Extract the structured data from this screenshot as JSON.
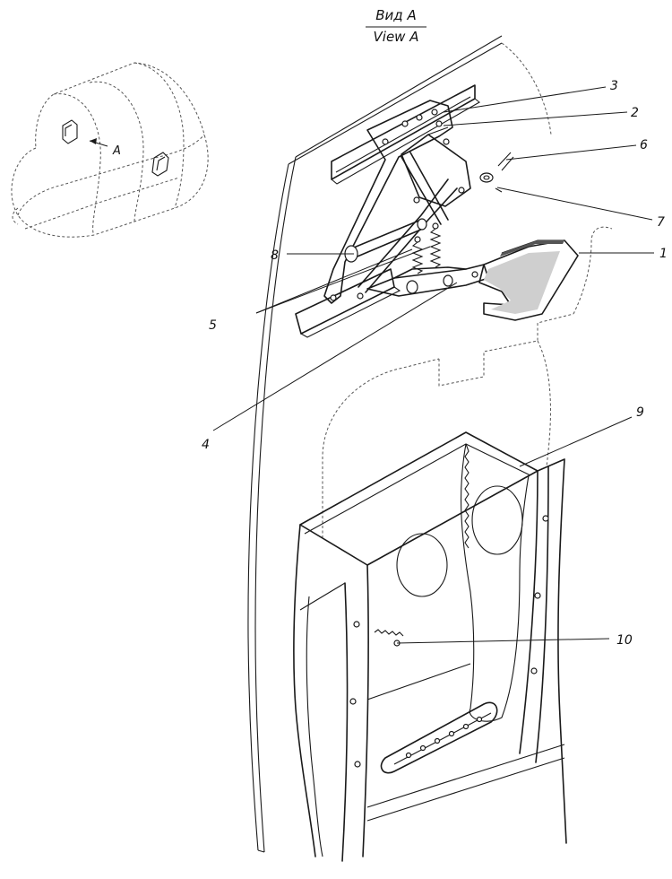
{
  "view_title": {
    "line1": "Вид А",
    "line2": "View A"
  },
  "inset": {
    "marker": "A"
  },
  "callouts": [
    {
      "id": "c1",
      "label": "1"
    },
    {
      "id": "c2",
      "label": "2"
    },
    {
      "id": "c3",
      "label": "3"
    },
    {
      "id": "c4",
      "label": "4"
    },
    {
      "id": "c5",
      "label": "5"
    },
    {
      "id": "c6",
      "label": "6"
    },
    {
      "id": "c7",
      "label": "7"
    },
    {
      "id": "c8",
      "label": "8"
    },
    {
      "id": "c9",
      "label": "9"
    },
    {
      "id": "c10",
      "label": "10"
    }
  ]
}
